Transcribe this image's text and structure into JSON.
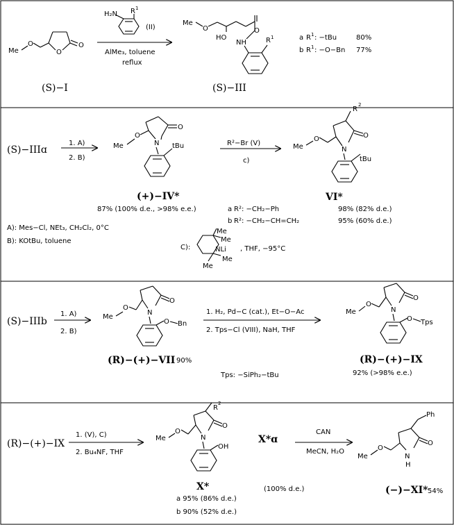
{
  "row1": {
    "compound_I": {
      "me": "Me",
      "o": "O",
      "o2": "O",
      "o3": "O",
      "label": "(S)−I"
    },
    "reagent": {
      "h2n": "H₂N",
      "r1": "R",
      "r1sup": "1",
      "roman": "(II)",
      "below1": "AlMe₃, toluene",
      "below2": "reflux"
    },
    "compound_III": {
      "me": "Me",
      "o": "O",
      "ho": "HO",
      "o2": "O",
      "nh": "NH",
      "r1": "R",
      "r1sup": "1",
      "label": "(S)−III"
    },
    "yields": [
      {
        "letter": "a",
        "r": "R",
        "sup": "1",
        "sub": ": −tBu",
        "yield": "80%"
      },
      {
        "letter": "b",
        "r": "R",
        "sup": "1",
        "sub": ": −O−Bn",
        "yield": "77%"
      }
    ]
  },
  "row2": {
    "start": "(S)−IIIɑ",
    "step1": "1. A)",
    "step2": "2. B)",
    "compound_IV": {
      "me": "Me",
      "o": "O",
      "o2": "O",
      "n": "N",
      "tbu": "tBu",
      "label": "(+)−IV*",
      "yield": "87% (100% d.e., >98% e.e.)"
    },
    "reagent_top": "R²−Br  (V)",
    "reagent_bottom": "c)",
    "compound_VI": {
      "me": "Me",
      "o": "O",
      "o2": "O",
      "n": "N",
      "r2": "R",
      "r2sup": "2",
      "tbu": "tBu",
      "label": "VI*"
    },
    "variants": [
      {
        "letter": "a",
        "r": "R²: −CH₂−Ph",
        "yield": "98% (82% d.e.)"
      },
      {
        "letter": "b",
        "r": "R²: −CH₂−CH=CH₂",
        "yield": "95% (60% d.e.)"
      }
    ],
    "conditions_A": "A): Mes−Cl, NEt₃, CH₂Cl₂, 0°C",
    "conditions_B": "B): KOtBu,  toluene",
    "conditions_C": {
      "prefix": "C):",
      "me1": "Me",
      "me2": "Me",
      "me3": "Me",
      "me4": "Me",
      "nli": "NLi",
      "suffix": ", THF, −95°C"
    }
  },
  "row3": {
    "start": "(S)−IIIb",
    "step1": "1. A)",
    "step2": "2. B)",
    "compound_VII": {
      "me": "Me",
      "o": "O",
      "o2": "O",
      "n": "N",
      "obn": "O",
      "bn": "Bn",
      "label": "(R)−(+)−VII",
      "yield": "90%"
    },
    "reagent_top": "1. H₂, Pd−C (cat.), Et−O−Ac",
    "reagent_bottom": "2. Tps−Cl (VIII), NaH, THF",
    "tps_def": "Tps: −SiPh₂−tBu",
    "compound_IX": {
      "me": "Me",
      "o": "O",
      "o2": "O",
      "n": "N",
      "otps": "O",
      "tps": "Tps",
      "label": "(R)−(+)−IX",
      "yield": "92% (>98% e.e.)"
    }
  },
  "row4": {
    "start": "(R)−(+)−IX",
    "step1": "1. (V), C)",
    "step2": "2. Bu₄NF,  THF",
    "compound_X": {
      "me": "Me",
      "o": "O",
      "o2": "O",
      "n": "N",
      "oh": "OH",
      "r2": "R",
      "r2sup": "2",
      "label": "X*",
      "yield_a": "a 95% (86% d.e.)",
      "yield_b": "b 90% (52% d.e.)"
    },
    "xa": "X*ɑ",
    "xa_de": "(100% d.e.)",
    "reagent_top": "CAN",
    "reagent_bottom": "MeCN,  H₂O",
    "compound_XI": {
      "me": "Me",
      "o": "O",
      "o2": "O",
      "nh": "N",
      "h": "H",
      "ph": "Ph",
      "label": "(−)−XI*",
      "yield": "54%"
    }
  }
}
